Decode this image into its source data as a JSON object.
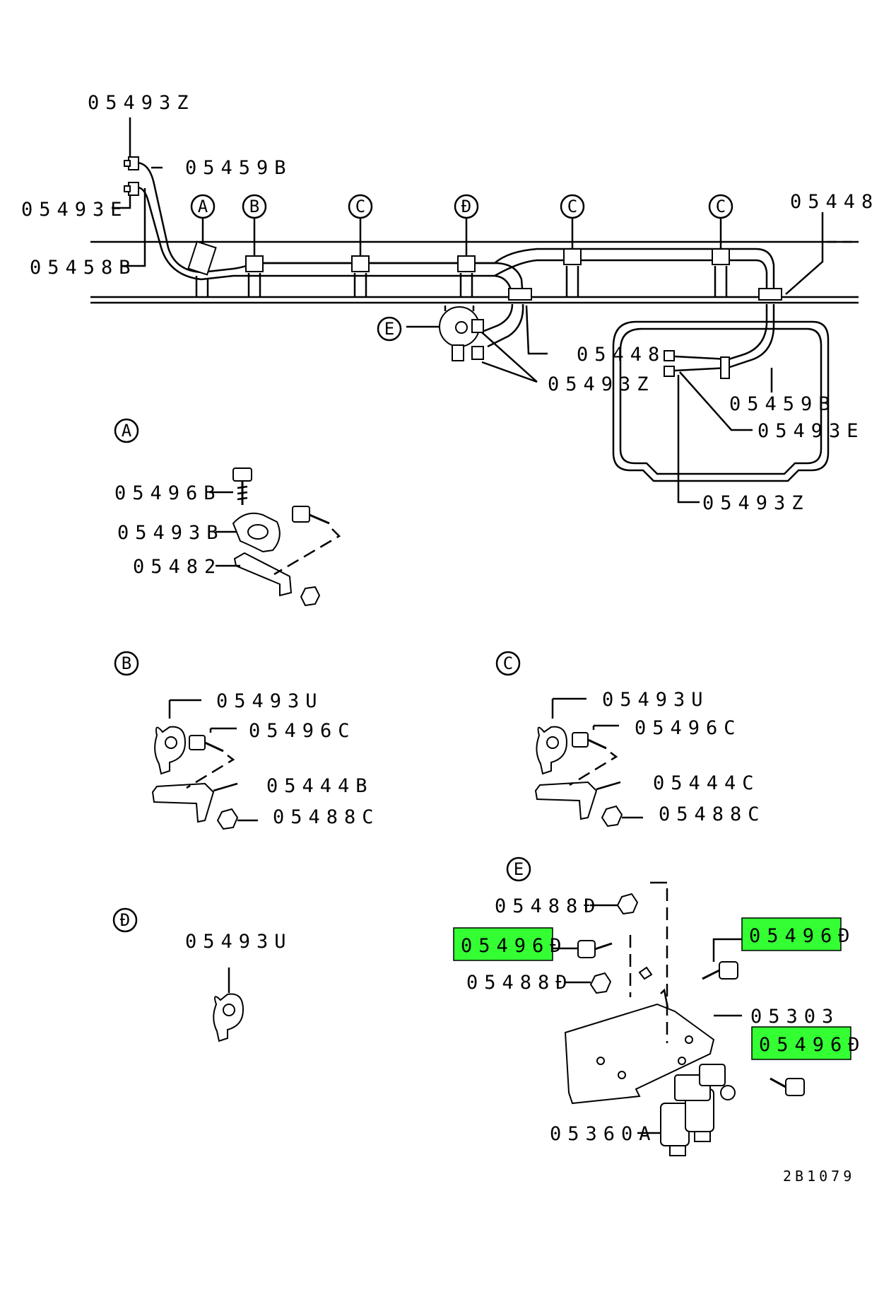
{
  "diagram": {
    "highlight_color": "#33ff33",
    "ref_code": "2B1079",
    "main_labels": {
      "l_05493Z_top": "05493Z",
      "l_05459B_top": "05459B",
      "l_05493E_left": "05493E",
      "l_05458B": "05458B",
      "l_05448_right": "05448",
      "l_05448_mid": "05448",
      "l_05493Z_mid": "05493Z",
      "l_05459B_right": "05459B",
      "l_05493E_right": "05493E",
      "l_05493Z_bottom": "05493Z"
    },
    "markers": {
      "A": "A",
      "B": "B",
      "C": "C",
      "D": "Đ",
      "E": "E"
    },
    "detail_A": {
      "title": "A",
      "labels": [
        "05496B",
        "05493B",
        "05482"
      ]
    },
    "detail_B": {
      "title": "B",
      "labels": [
        "05493U",
        "05496C",
        "05444B",
        "05488C"
      ]
    },
    "detail_C": {
      "title": "C",
      "labels": [
        "05493U",
        "05496C",
        "05444C",
        "05488C"
      ]
    },
    "detail_D": {
      "title": "Đ",
      "labels": [
        "05493U"
      ]
    },
    "detail_E": {
      "title": "E",
      "labels": [
        "05488Đ",
        "05496Đ",
        "05488Đ",
        "05496Đ",
        "05303",
        "05496Đ",
        "05360A"
      ]
    }
  }
}
